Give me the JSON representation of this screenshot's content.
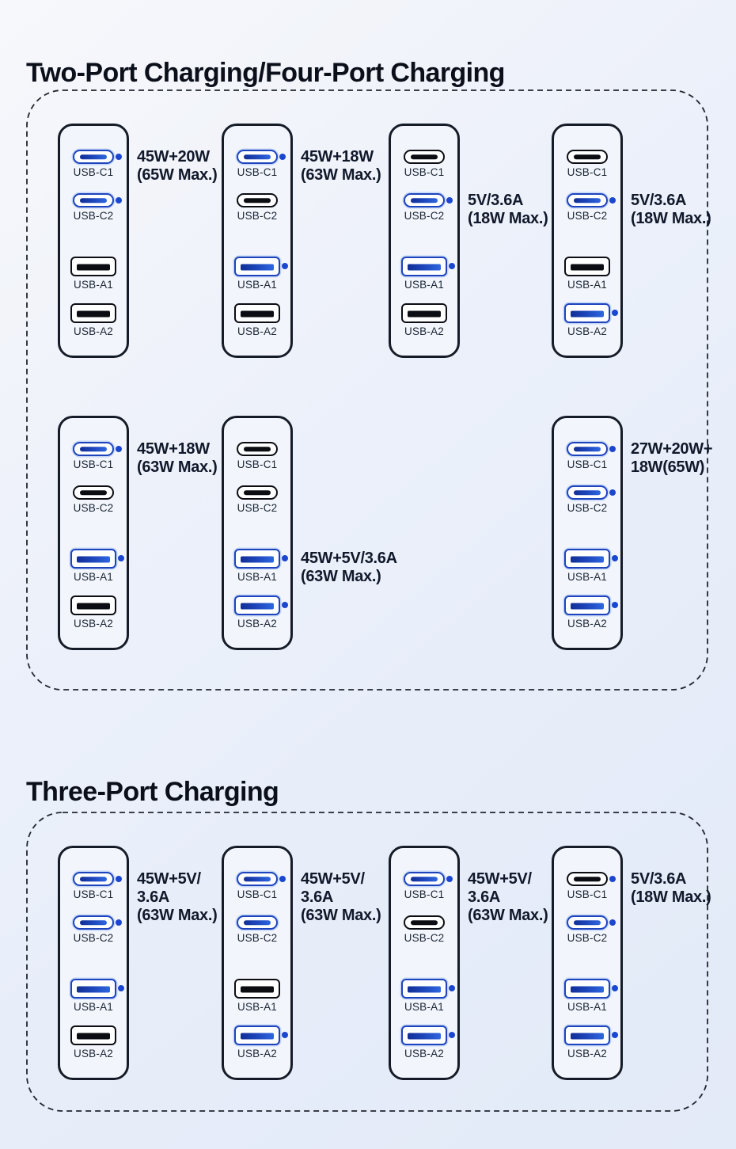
{
  "colors": {
    "background_top": "#f7f8fb",
    "background_bottom": "#e3eaf8",
    "title_text": "#0b0f1a",
    "charger_outline": "#151b27",
    "charger_fill": "#f2f6fc",
    "active_port_blue": "#1d44bd",
    "active_bar_blue": "#2f66e0",
    "inactive_port_black": "#0b0d12",
    "indicator_dot_blue": "#1b46cf",
    "label_text": "#10182a"
  },
  "sections": [
    {
      "title": "Two-Port Charging/Four-Port Charging",
      "rows": [
        {
          "chargers": [
            {
              "col": 0,
              "ports": [
                {
                  "name": "USB-C1",
                  "type": "usb-c",
                  "active": true,
                  "dot": true,
                  "label": [
                    "45W+20W",
                    "(65W Max.)"
                  ]
                },
                {
                  "name": "USB-C2",
                  "type": "usb-c",
                  "active": true,
                  "dot": true
                },
                {
                  "name": "USB-A1",
                  "type": "usb-a",
                  "active": false,
                  "dot": false
                },
                {
                  "name": "USB-A2",
                  "type": "usb-a",
                  "active": false,
                  "dot": false
                }
              ]
            },
            {
              "col": 1,
              "ports": [
                {
                  "name": "USB-C1",
                  "type": "usb-c",
                  "active": true,
                  "dot": true,
                  "label": [
                    "45W+18W",
                    "(63W Max.)"
                  ]
                },
                {
                  "name": "USB-C2",
                  "type": "usb-c",
                  "active": false,
                  "dot": false
                },
                {
                  "name": "USB-A1",
                  "type": "usb-a",
                  "active": true,
                  "dot": true
                },
                {
                  "name": "USB-A2",
                  "type": "usb-a",
                  "active": false,
                  "dot": false
                }
              ]
            },
            {
              "col": 2,
              "ports": [
                {
                  "name": "USB-C1",
                  "type": "usb-c",
                  "active": false,
                  "dot": false
                },
                {
                  "name": "USB-C2",
                  "type": "usb-c",
                  "active": true,
                  "dot": true,
                  "label": [
                    "5V/3.6A",
                    "(18W Max.)"
                  ]
                },
                {
                  "name": "USB-A1",
                  "type": "usb-a",
                  "active": true,
                  "dot": true
                },
                {
                  "name": "USB-A2",
                  "type": "usb-a",
                  "active": false,
                  "dot": false
                }
              ]
            },
            {
              "col": 3,
              "ports": [
                {
                  "name": "USB-C1",
                  "type": "usb-c",
                  "active": false,
                  "dot": false
                },
                {
                  "name": "USB-C2",
                  "type": "usb-c",
                  "active": true,
                  "dot": true,
                  "label": [
                    "5V/3.6A",
                    "(18W Max.)"
                  ]
                },
                {
                  "name": "USB-A1",
                  "type": "usb-a",
                  "active": false,
                  "dot": false
                },
                {
                  "name": "USB-A2",
                  "type": "usb-a",
                  "active": true,
                  "dot": true
                }
              ]
            }
          ]
        },
        {
          "chargers": [
            {
              "col": 0,
              "ports": [
                {
                  "name": "USB-C1",
                  "type": "usb-c",
                  "active": true,
                  "dot": true,
                  "label": [
                    "45W+18W",
                    "(63W Max.)"
                  ]
                },
                {
                  "name": "USB-C2",
                  "type": "usb-c",
                  "active": false,
                  "dot": false
                },
                {
                  "name": "USB-A1",
                  "type": "usb-a",
                  "active": true,
                  "dot": true
                },
                {
                  "name": "USB-A2",
                  "type": "usb-a",
                  "active": false,
                  "dot": false
                }
              ]
            },
            {
              "col": 1,
              "ports": [
                {
                  "name": "USB-C1",
                  "type": "usb-c",
                  "active": false,
                  "dot": false
                },
                {
                  "name": "USB-C2",
                  "type": "usb-c",
                  "active": false,
                  "dot": false
                },
                {
                  "name": "USB-A1",
                  "type": "usb-a",
                  "active": true,
                  "dot": true,
                  "label": [
                    "45W+5V/3.6A",
                    "(63W Max.)"
                  ]
                },
                {
                  "name": "USB-A2",
                  "type": "usb-a",
                  "active": true,
                  "dot": true
                }
              ]
            },
            {
              "col": 3,
              "ports": [
                {
                  "name": "USB-C1",
                  "type": "usb-c",
                  "active": true,
                  "dot": true,
                  "label": [
                    "27W+20W+",
                    "18W(65W)"
                  ]
                },
                {
                  "name": "USB-C2",
                  "type": "usb-c",
                  "active": true,
                  "dot": true
                },
                {
                  "name": "USB-A1",
                  "type": "usb-a",
                  "active": true,
                  "dot": true
                },
                {
                  "name": "USB-A2",
                  "type": "usb-a",
                  "active": true,
                  "dot": true
                }
              ]
            }
          ]
        }
      ]
    },
    {
      "title": "Three-Port Charging",
      "rows": [
        {
          "chargers": [
            {
              "col": 0,
              "ports": [
                {
                  "name": "USB-C1",
                  "type": "usb-c",
                  "active": true,
                  "dot": true,
                  "label": [
                    "45W+5V/",
                    "3.6A",
                    "(63W Max.)"
                  ]
                },
                {
                  "name": "USB-C2",
                  "type": "usb-c",
                  "active": true,
                  "dot": true
                },
                {
                  "name": "USB-A1",
                  "type": "usb-a",
                  "active": true,
                  "dot": true
                },
                {
                  "name": "USB-A2",
                  "type": "usb-a",
                  "active": false,
                  "dot": false
                }
              ]
            },
            {
              "col": 1,
              "ports": [
                {
                  "name": "USB-C1",
                  "type": "usb-c",
                  "active": true,
                  "dot": true,
                  "label": [
                    "45W+5V/",
                    "3.6A",
                    "(63W Max.)"
                  ]
                },
                {
                  "name": "USB-C2",
                  "type": "usb-c",
                  "active": true,
                  "dot": false
                },
                {
                  "name": "USB-A1",
                  "type": "usb-a",
                  "active": false,
                  "dot": false
                },
                {
                  "name": "USB-A2",
                  "type": "usb-a",
                  "active": true,
                  "dot": true
                }
              ]
            },
            {
              "col": 2,
              "ports": [
                {
                  "name": "USB-C1",
                  "type": "usb-c",
                  "active": true,
                  "dot": true,
                  "label": [
                    "45W+5V/",
                    "3.6A",
                    "(63W Max.)"
                  ]
                },
                {
                  "name": "USB-C2",
                  "type": "usb-c",
                  "active": false,
                  "dot": false
                },
                {
                  "name": "USB-A1",
                  "type": "usb-a",
                  "active": true,
                  "dot": true
                },
                {
                  "name": "USB-A2",
                  "type": "usb-a",
                  "active": true,
                  "dot": true
                }
              ]
            },
            {
              "col": 3,
              "ports": [
                {
                  "name": "USB-C1",
                  "type": "usb-c",
                  "active": false,
                  "dot": true,
                  "label": [
                    "5V/3.6A",
                    "(18W Max.)"
                  ]
                },
                {
                  "name": "USB-C2",
                  "type": "usb-c",
                  "active": true,
                  "dot": true
                },
                {
                  "name": "USB-A1",
                  "type": "usb-a",
                  "active": true,
                  "dot": true
                },
                {
                  "name": "USB-A2",
                  "type": "usb-a",
                  "active": true,
                  "dot": true
                }
              ]
            }
          ]
        }
      ]
    }
  ]
}
